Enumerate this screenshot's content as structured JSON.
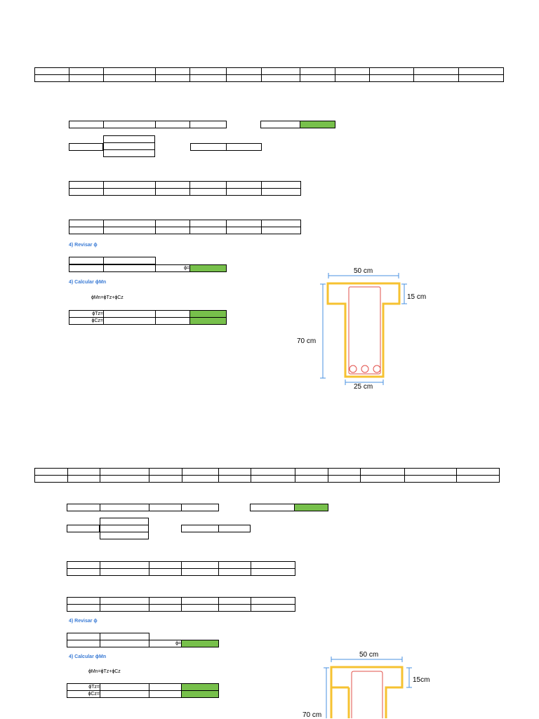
{
  "section_1": {
    "revisar_heading": "4) Revisar ɸ",
    "phi_label": "ɸ=",
    "calcular_heading": "4) Calcular ɸMn",
    "formula": "ɸMn=ɸTz+ɸCz",
    "phi_tz_label": "ɸTz=",
    "phi_cz_label": "ɸCz=",
    "diagram": {
      "flange_width": "50 cm",
      "flange_thickness": "15 cm",
      "total_height": "70 cm",
      "web_width": "25 cm"
    }
  },
  "section_2": {
    "revisar_heading": "4) Revisar ɸ",
    "phi_label": "ɸ=",
    "calcular_heading": "4) Calcular ɸMn",
    "formula": "ɸMn=ɸTz+ɸCz",
    "phi_tz_label": "ɸTz=",
    "phi_cz_label": "ɸCz=",
    "diagram": {
      "flange_width": "50 cm",
      "flange_thickness": "15cm",
      "total_height": "70 cm"
    }
  }
}
